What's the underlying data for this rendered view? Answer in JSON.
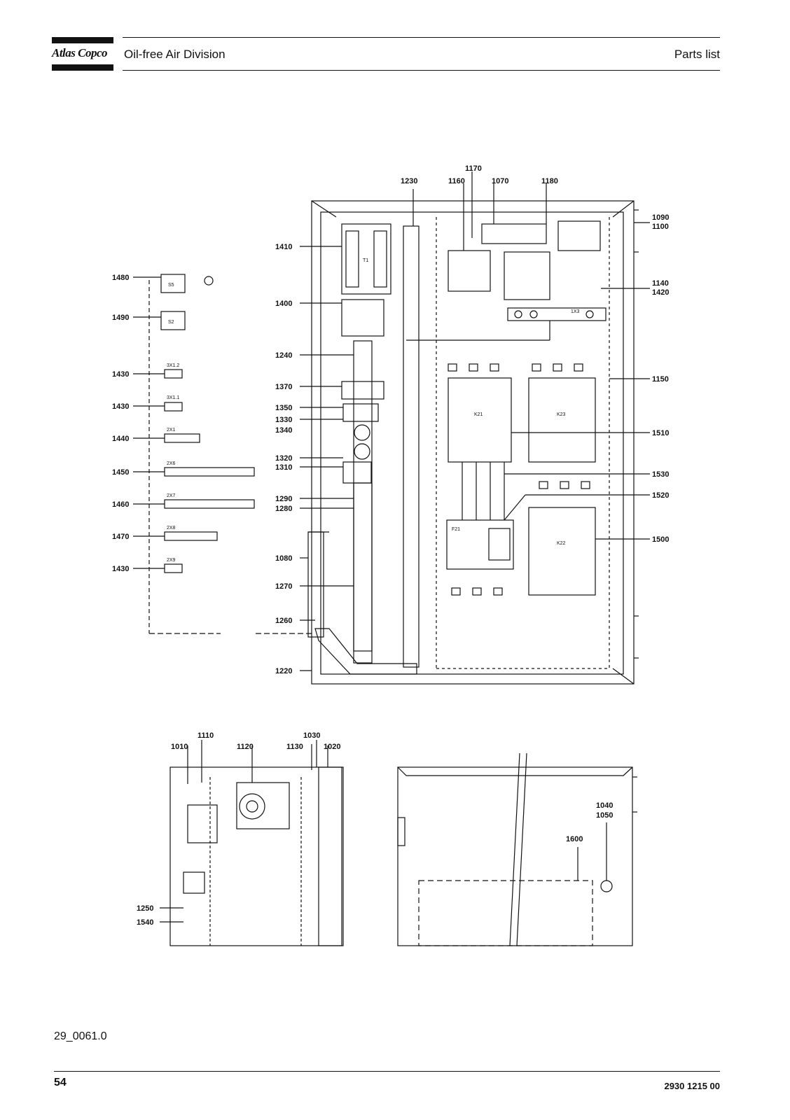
{
  "header": {
    "logo": "Atlas Copco",
    "title": "Oil-free Air Division",
    "section": "Parts list"
  },
  "footer": {
    "figure_code": "29_0061.0",
    "page_number": "54",
    "document_number": "2930 1215 00"
  },
  "diagram": {
    "callouts_top": [
      "1170",
      "1230",
      "1160",
      "1070",
      "1180"
    ],
    "callouts_right": [
      "1090",
      "1100",
      "1140",
      "1420",
      "1150",
      "1510",
      "1530",
      "1520",
      "1500"
    ],
    "callouts_center": [
      "1410",
      "1400",
      "1240",
      "1370",
      "1350",
      "1330",
      "1340",
      "1320",
      "1310",
      "1290",
      "1280",
      "1080",
      "1270",
      "1260",
      "1220"
    ],
    "callouts_left": [
      "1480",
      "1490",
      "1430",
      "1430",
      "1440",
      "1450",
      "1460",
      "1470",
      "1430"
    ],
    "terminal_labels": [
      "3X1.2",
      "3X1.1",
      "2X1",
      "2X6",
      "2X7",
      "2X8",
      "2X9"
    ],
    "component_labels": [
      "K21",
      "K23",
      "K22",
      "F21",
      "T1",
      "S2",
      "S5",
      "1X3"
    ],
    "callouts_bottom_left": [
      "1110",
      "1030",
      "1010",
      "1120",
      "1130",
      "1020",
      "1250",
      "1540"
    ],
    "callouts_bottom_right": [
      "1040",
      "1050",
      "1600"
    ]
  }
}
